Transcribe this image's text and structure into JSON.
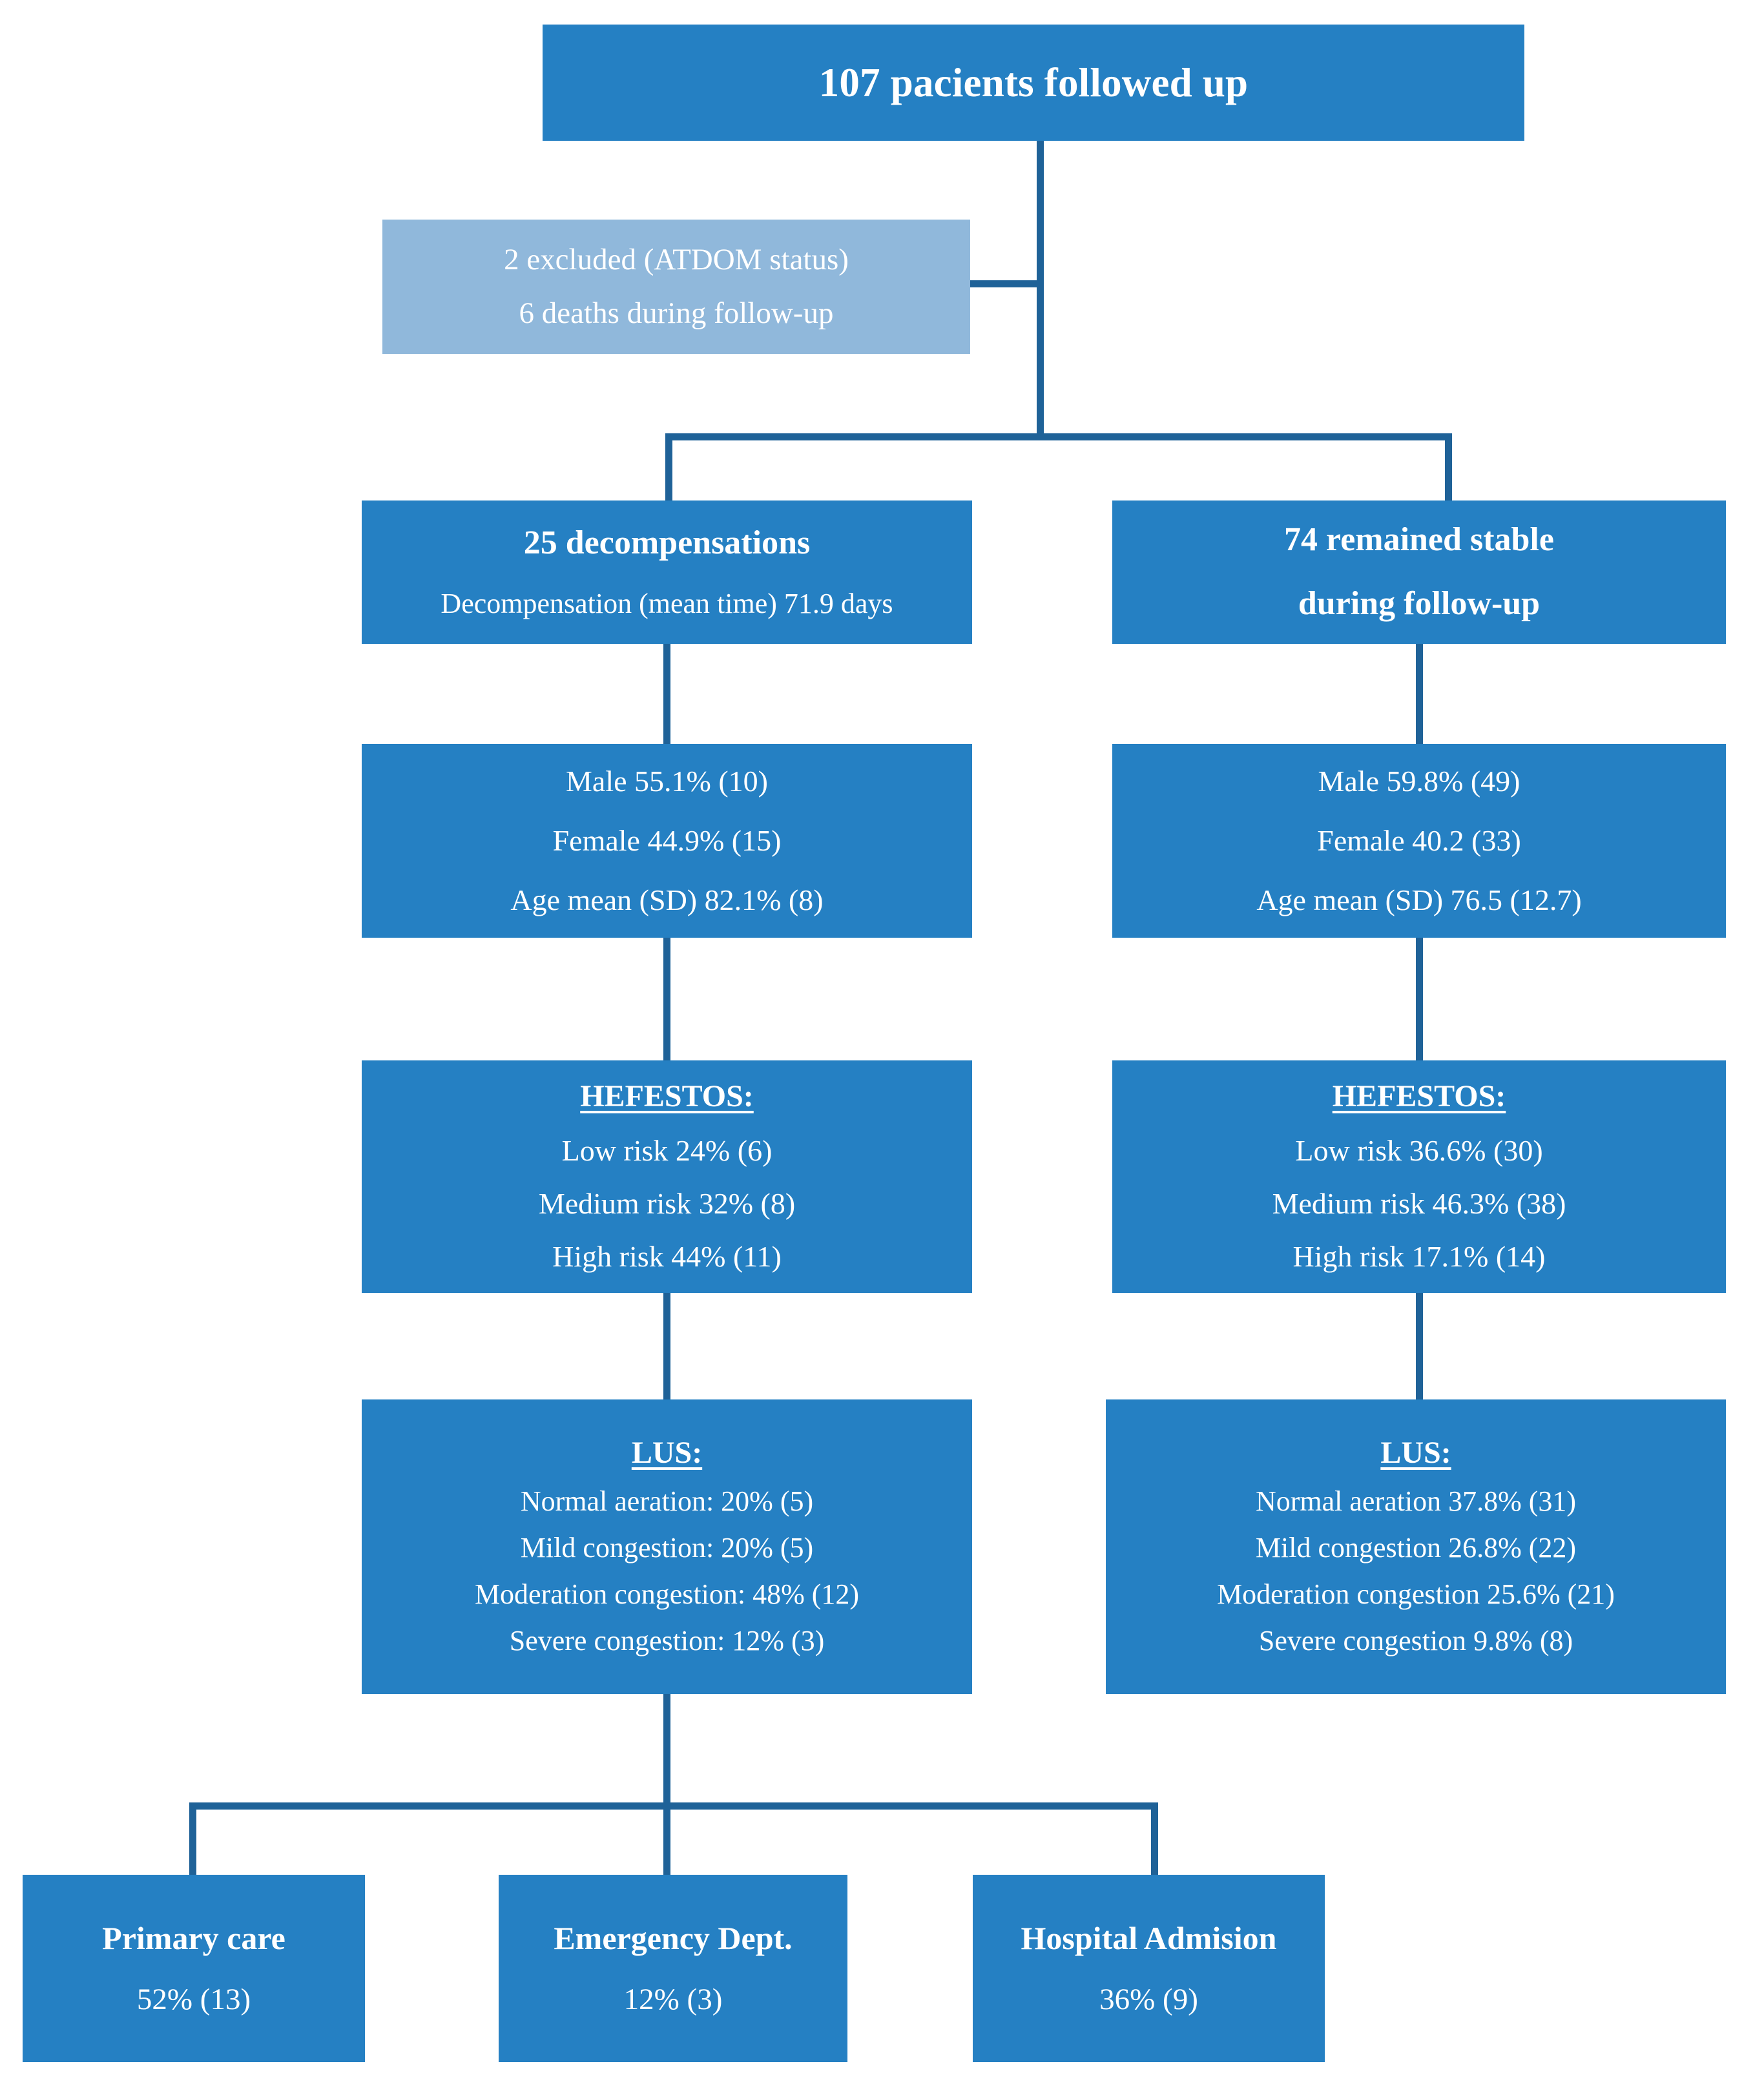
{
  "colors": {
    "primary_box": "#2580c3",
    "secondary_box": "#90b8db",
    "connector": "#1f6298",
    "text": "#ffffff"
  },
  "flowchart": {
    "root": {
      "label": "107 pacients followed up"
    },
    "exclusions": {
      "line1": "2 excluded (ATDOM status)",
      "line2": "6 deaths during follow-up"
    },
    "branches": [
      {
        "id": "decompensation",
        "header": {
          "title": "25 decompensations",
          "subtitle": "Decompensation (mean time) 71.9 days"
        },
        "demographics": {
          "male": "Male 55.1% (10)",
          "female": "Female 44.9% (15)",
          "age": "Age mean (SD) 82.1% (8)"
        },
        "hefestos": {
          "heading": "HEFESTOS:",
          "low": "Low risk 24% (6)",
          "medium": "Medium risk 32% (8)",
          "high": "High risk 44% (11)"
        },
        "lus": {
          "heading": "LUS:",
          "normal": "Normal aeration: 20% (5)",
          "mild": "Mild congestion: 20% (5)",
          "moderate": "Moderation congestion: 48% (12)",
          "severe": "Severe congestion: 12% (3)"
        }
      },
      {
        "id": "stable",
        "header": {
          "title_line1": "74 remained stable",
          "title_line2": "during follow-up"
        },
        "demographics": {
          "male": "Male 59.8% (49)",
          "female": "Female 40.2 (33)",
          "age": "Age mean (SD) 76.5 (12.7)"
        },
        "hefestos": {
          "heading": "HEFESTOS:",
          "low": "Low risk 36.6% (30)",
          "medium": "Medium risk 46.3% (38)",
          "high": "High risk 17.1% (14)"
        },
        "lus": {
          "heading": "LUS:",
          "normal": "Normal aeration 37.8% (31)",
          "mild": "Mild congestion 26.8% (22)",
          "moderate": "Moderation congestion 25.6% (21)",
          "severe": "Severe congestion 9.8% (8)"
        }
      }
    ],
    "outcomes": [
      {
        "label": "Primary care",
        "value": "52% (13)"
      },
      {
        "label": "Emergency Dept.",
        "value": "12% (3)"
      },
      {
        "label": "Hospital Admision",
        "value": "36% (9)"
      }
    ]
  }
}
